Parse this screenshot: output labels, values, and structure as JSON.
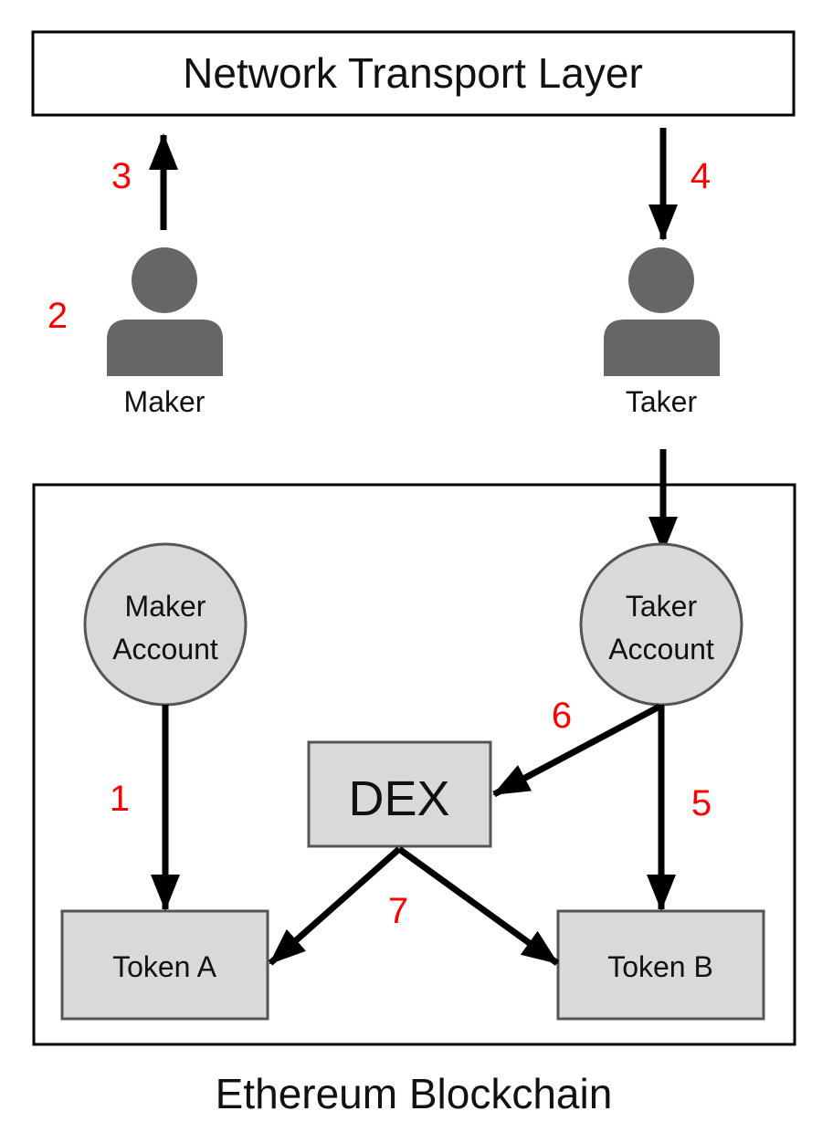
{
  "transport": {
    "label": "Network Transport Layer"
  },
  "maker": {
    "label": "Maker"
  },
  "taker": {
    "label": "Taker"
  },
  "maker_account": {
    "line1": "Maker",
    "line2": "Account"
  },
  "taker_account": {
    "line1": "Taker",
    "line2": "Account"
  },
  "dex": {
    "label": "DEX"
  },
  "token_a": {
    "label": "Token A"
  },
  "token_b": {
    "label": "Token B"
  },
  "blockchain": {
    "label": "Ethereum Blockchain"
  },
  "steps": {
    "s1": "1",
    "s2": "2",
    "s3": "3",
    "s4": "4",
    "s5": "5",
    "s6": "6",
    "s7": "7"
  },
  "colors": {
    "node_fill": "#d9d9d9",
    "person_icon": "#666666",
    "step_number": "#ff0000",
    "arrow": "#000000"
  },
  "icons": {
    "maker": "person-icon",
    "taker": "person-icon"
  }
}
